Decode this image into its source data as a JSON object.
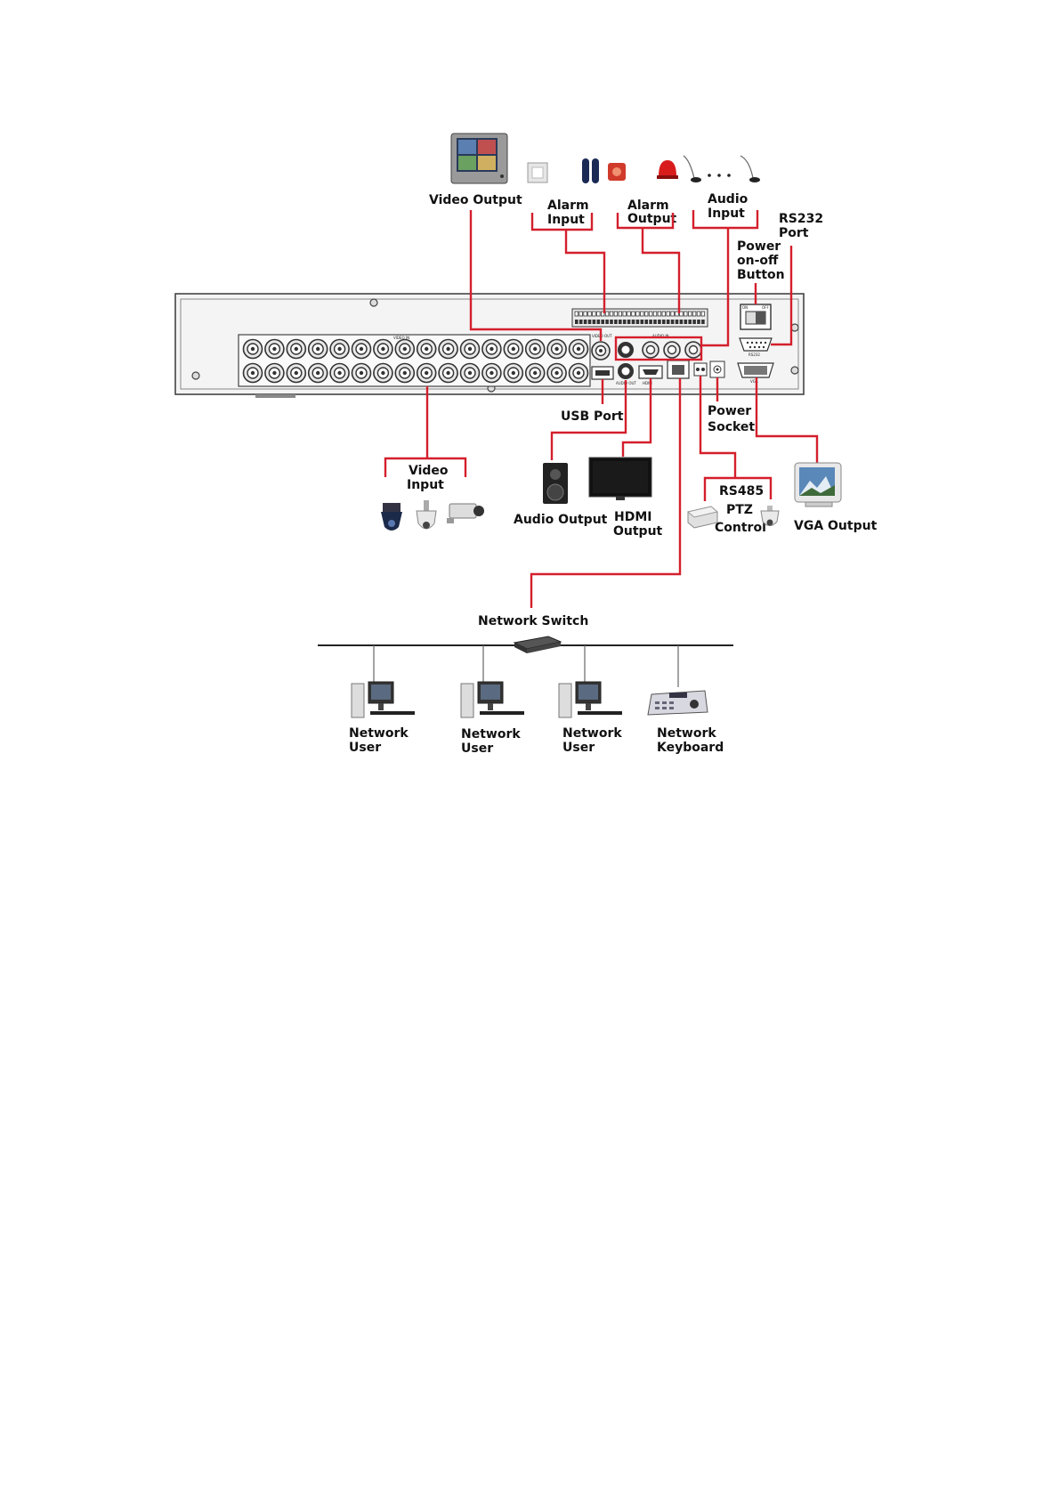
{
  "labels": {
    "video_output": "Video Output",
    "alarm_input_1": "Alarm",
    "alarm_input_2": "Input",
    "alarm_output_1": "Alarm",
    "alarm_output_2": "Output",
    "audio_input_1": "Audio",
    "audio_input_2": "Input",
    "rs232_1": "RS232",
    "rs232_2": "Port",
    "power_btn_1": "Power",
    "power_btn_2": "on-off",
    "power_btn_3": "Button",
    "usb_port": "USB Port",
    "power_socket_1": "Power",
    "power_socket_2": "Socket",
    "video_input_1": "Video",
    "video_input_2": "Input",
    "audio_output": "Audio Output",
    "hdmi_1": "HDMI",
    "hdmi_2": "Output",
    "rs485": "RS485",
    "ptz_1": "PTZ",
    "ptz_2": "Control",
    "vga_output": "VGA Output",
    "network_switch": "Network  Switch",
    "net_user_a_1": "Network",
    "net_user_a_2": "User",
    "net_user_b_1": "Network",
    "net_user_b_2": "User",
    "net_user_c_1": "Network",
    "net_user_c_2": "User",
    "net_keyboard_1": "Network",
    "net_keyboard_2": "Keyboard"
  },
  "panel_text": {
    "video_in": "VIDEO IN",
    "video_out": "VIDEO OUT",
    "audio_in": "AUDIO IN",
    "on": "ON",
    "off": "OFF",
    "rs232": "RS232",
    "vga": "VGA",
    "hdmi": "HDMI",
    "audio_out": "AUDIO OUT"
  },
  "colors": {
    "wire": "#d41f2c",
    "panel": "#f4f4f4",
    "outline": "#444444"
  }
}
